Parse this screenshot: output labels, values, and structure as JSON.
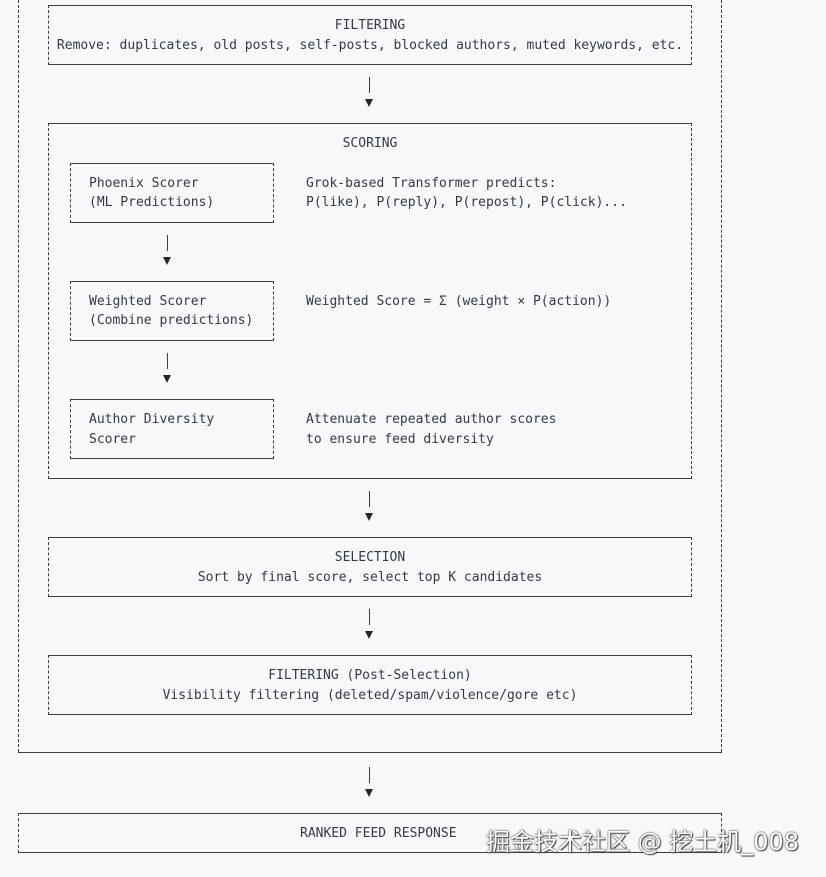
{
  "filtering": {
    "title": "FILTERING",
    "desc": "Remove: duplicates, old posts, self-posts, blocked authors, muted keywords, etc."
  },
  "scoring": {
    "title": "SCORING",
    "phoenix": {
      "line1": "Phoenix Scorer",
      "line2": "(ML Predictions)",
      "note1": "Grok-based Transformer predicts:",
      "note2": "P(like), P(reply), P(repost), P(click)..."
    },
    "weighted": {
      "line1": "Weighted Scorer",
      "line2": "(Combine predictions)",
      "note1": "Weighted Score = Σ (weight × P(action))"
    },
    "diversity": {
      "line1": "Author Diversity",
      "line2": "Scorer",
      "note1": "Attenuate repeated author scores",
      "note2": "to ensure feed diversity"
    }
  },
  "selection": {
    "title": "SELECTION",
    "desc": "Sort by final score, select top K candidates"
  },
  "post_filtering": {
    "title": "FILTERING (Post-Selection)",
    "desc": "Visibility filtering (deleted/spam/violence/gore etc)"
  },
  "response": {
    "title": "RANKED FEED RESPONSE"
  },
  "watermark": "掘金技术社区 @ 挖土机_008"
}
